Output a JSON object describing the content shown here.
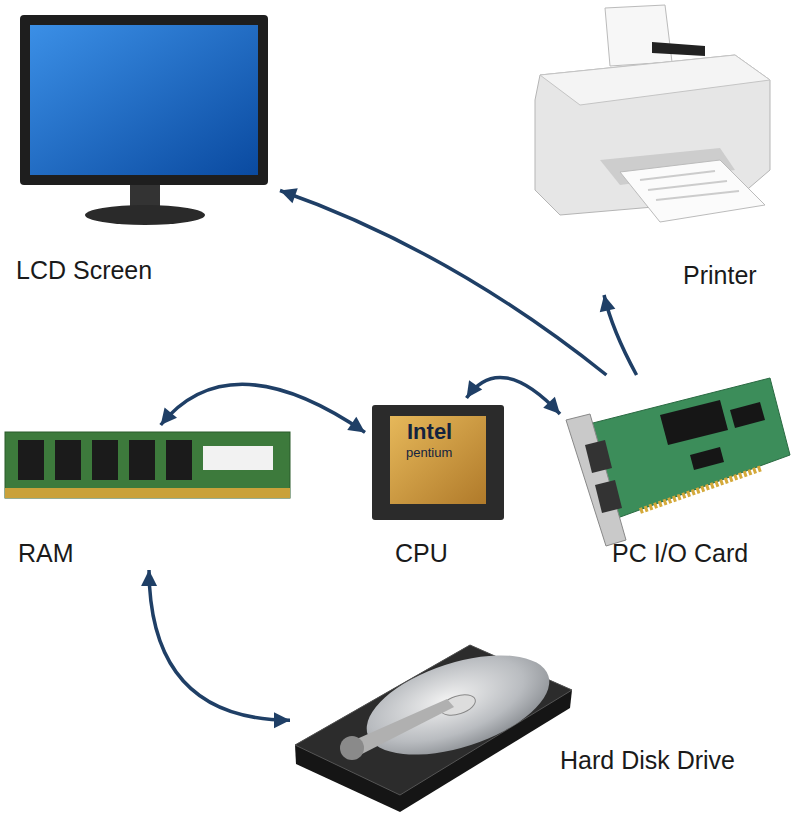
{
  "diagram": {
    "nodes": [
      {
        "text": [
          "LCD Screen"
        ]
      },
      {
        "text": [
          "Printer"
        ]
      },
      {
        "text": [
          "RAM"
        ]
      },
      {
        "text": [
          "CPU"
        ]
      },
      {
        "text": [
          "PC I/O Card"
        ]
      },
      {
        "text": [
          "Hard Disk Drive"
        ]
      }
    ],
    "edges": [
      {
        "from": 4,
        "to": 0,
        "arrow": "to"
      },
      {
        "from": 4,
        "to": 1,
        "arrow": "to"
      },
      {
        "from": 2,
        "to": 3,
        "arrow": "both"
      },
      {
        "from": 3,
        "to": 4,
        "arrow": "both"
      },
      {
        "from": 2,
        "to": 5,
        "arrow": "both"
      }
    ],
    "labels": [
      "Intel",
      "pentium"
    ]
  }
}
